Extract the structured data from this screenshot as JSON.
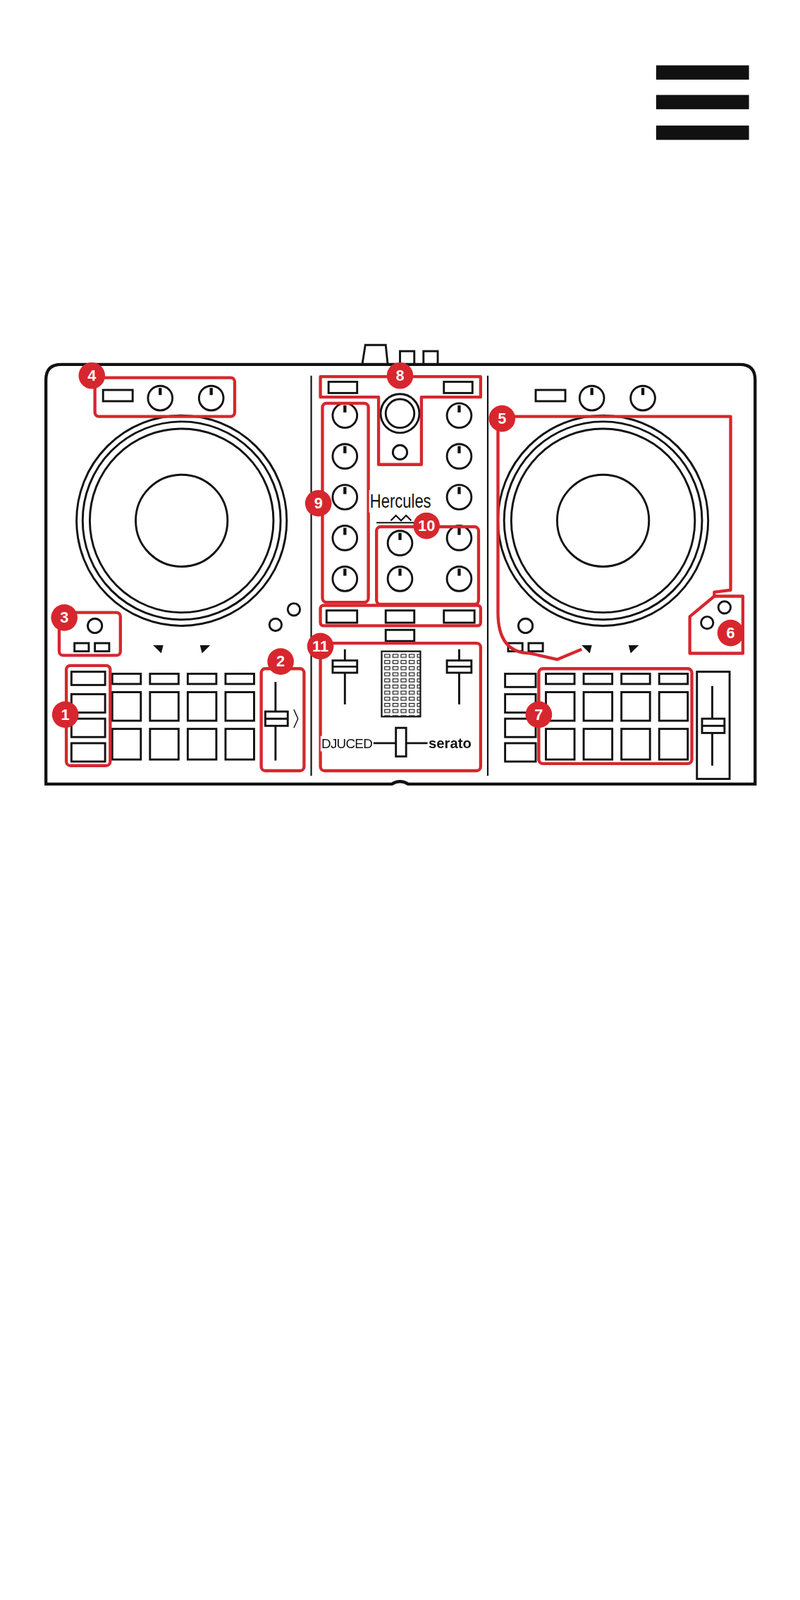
{
  "diagram": {
    "labels": [
      "4",
      "8",
      "5",
      "9",
      "10",
      "Hercules",
      "3",
      "6",
      "2",
      "11",
      "1",
      "7",
      "DJUCED",
      "serato"
    ]
  }
}
